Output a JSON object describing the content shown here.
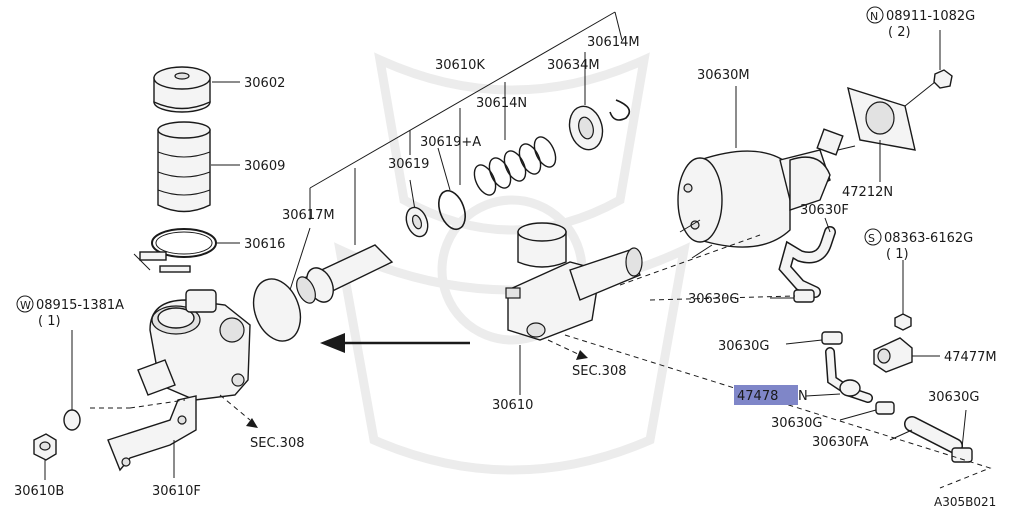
{
  "callouts": {
    "p30602": "30602",
    "p30609": "30609",
    "p30616": "30616",
    "p30617M": "30617M",
    "p30619": "30619",
    "p30619A": "30619+A",
    "p30610K": "30610K",
    "p30614N": "30614N",
    "p30634M": "30634M",
    "p30614M": "30614M",
    "p30630M": "30630M",
    "p30630F": "30630F",
    "p30630G_a": "30630G",
    "p30630G_b": "30630G",
    "p30630G_c": "30630G",
    "p30630G_d": "30630G",
    "p30630FA": "30630FA",
    "p47212N": "47212N",
    "p47477M": "47477M",
    "p47478N_pre": "47478",
    "p47478N_suf": "N",
    "p30610": "30610",
    "p30610B": "30610B",
    "p30610F": "30610F"
  },
  "fasteners": {
    "w_code": "08915-1381A",
    "w_qty": "( 1)",
    "n_code": "08911-1082G",
    "n_qty": "( 2)",
    "s_code": "08363-6162G",
    "s_qty": "( 1)",
    "w_letter": "W",
    "n_letter": "N",
    "s_letter": "S"
  },
  "section_refs": {
    "left": "SEC.308",
    "center": "SEC.308"
  },
  "diagram_id": "A305B021",
  "highlight_color": "#7f86c8"
}
